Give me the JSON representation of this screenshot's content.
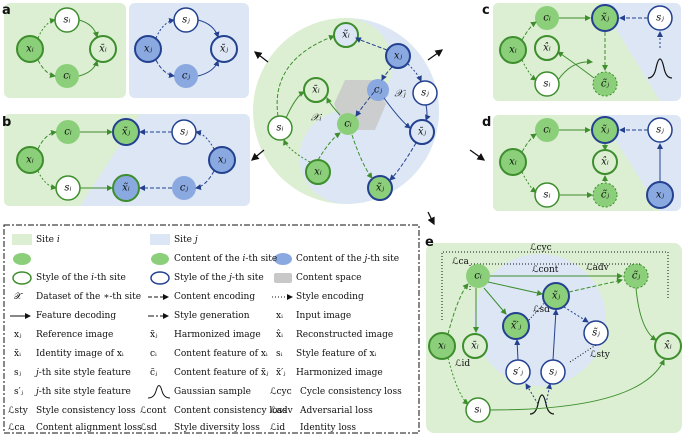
{
  "panels": {
    "a": "a",
    "b": "b",
    "c": "c",
    "d": "d",
    "e": "e"
  },
  "nodes": {
    "xi": "xᵢ",
    "xj": "xⱼ",
    "si": "sᵢ",
    "sj": "sⱼ",
    "ci": "cᵢ",
    "cj": "cⱼ",
    "xbar_i": "x̄ᵢ",
    "xbar_j": "x̄ⱼ",
    "xtilde_j": "x̃ⱼ",
    "xtilde_i": "x̃ᵢ",
    "xhat_i": "x̂ᵢ",
    "ctilde_j": "c̃ⱼ",
    "stilde_j": "s̃ⱼ",
    "sprime_j": "s′ⱼ",
    "xtildeprime_j": "x̃′ⱼ"
  },
  "center": {
    "Xi": "𝒳ᵢ",
    "Xj": "𝒳ⱼ"
  },
  "e_losses": {
    "cyc": "ℒcyc",
    "cont": "ℒcont",
    "adv": "ℒadv",
    "sd": "ℒsd",
    "sty": "ℒsty",
    "id": "ℒid",
    "ca": "ℒca"
  },
  "legend": [
    [
      "Site 𝑖",
      "Site 𝑗",
      ""
    ],
    [
      "Content of the 𝑖-th site",
      "Content of the 𝑗-th site",
      ""
    ],
    [
      "Style of the 𝑖-th site",
      "Style of the 𝑗-th site",
      "Content space"
    ],
    [
      "Dataset of the ∗-th site",
      "Content encoding",
      "Style encoding"
    ],
    [
      "Feature decoding",
      "Style generation",
      "Input image"
    ],
    [
      "Reference image",
      "Harmonized image",
      "Reconstructed image"
    ],
    [
      "Identity image of xᵢ",
      "Content feature of xᵢ",
      "Style feature of xᵢ"
    ],
    [
      "𝑗-th site style feature",
      "Content feature of x̃ⱼ",
      "Harmonized image"
    ],
    [
      "𝑗-th site style feature",
      "Gaussian sample",
      "Cycle consistency loss"
    ],
    [
      "Style consistency loss",
      "Content consistency loss",
      "Adversarial loss"
    ],
    [
      "Content alignment loss",
      "Style diversity loss",
      "Identity loss"
    ]
  ],
  "legend_syms": {
    "xi": "xᵢ",
    "xj": "xⱼ",
    "xtj": "x̃ⱼ",
    "xhi": "x̂ᵢ",
    "xbi": "x̄ᵢ",
    "ci": "cᵢ",
    "si": "sᵢ",
    "sj": "sⱼ",
    "ctj": "c̃ⱼ",
    "xtpj": "x̃′ⱼ",
    "spj": "s′ⱼ",
    "lcyc": "ℒcyc",
    "lsty": "ℒsty",
    "lcont": "ℒcont",
    "ladv": "ℒadv",
    "lca": "ℒca",
    "lsd": "ℒsd",
    "lid": "ℒid",
    "X": "𝒳"
  },
  "colors": {
    "site_i": "#dcefd3",
    "site_j": "#dce6f5",
    "green": "#8ccf7a",
    "blue": "#8aa9e0",
    "green_line": "#3e8e2e",
    "blue_line": "#24418f",
    "gray": "#c8c8c8"
  }
}
